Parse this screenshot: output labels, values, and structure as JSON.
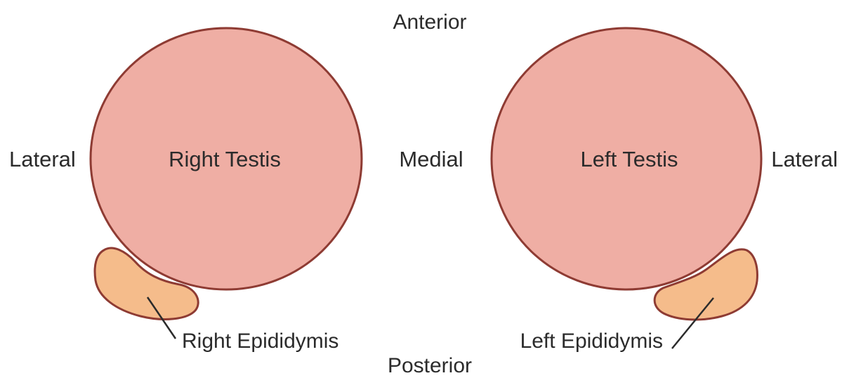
{
  "directions": {
    "anterior": "Anterior",
    "posterior": "Posterior",
    "medial": "Medial",
    "lateral_left": "Lateral",
    "lateral_right": "Lateral"
  },
  "structures": {
    "right_testis": "Right Testis",
    "left_testis": "Left Testis",
    "right_epididymis": "Right Epididymis",
    "left_epididymis": "Left Epididymis"
  },
  "colors": {
    "testis_fill": "#efaea4",
    "testis_stroke": "#8e3b33",
    "epididymis_fill": "#f5bc8b",
    "epididymis_stroke": "#8e3b33",
    "leader_line": "#2b2b2b",
    "text": "#2b2b2b"
  }
}
